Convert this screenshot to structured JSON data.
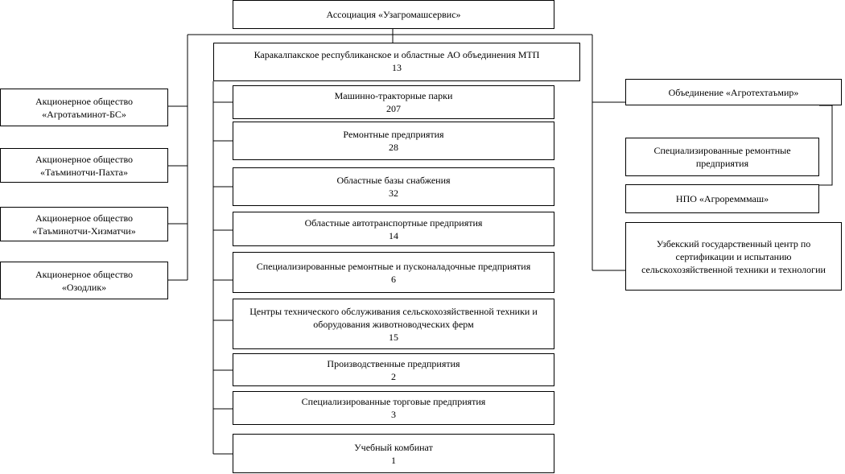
{
  "association": {
    "title": "Ассоциация «Узагромашсервис»"
  },
  "regional": {
    "title": "Каракалпакское республиканское и областные АО объединения МТП",
    "count": "13"
  },
  "subunits": [
    {
      "title": "Машинно-тракторные парки",
      "count": "207"
    },
    {
      "title": "Ремонтные предприятия",
      "count": "28"
    },
    {
      "title": "Областные базы снабжения",
      "count": "32"
    },
    {
      "title": "Областные автотранспортные предприятия",
      "count": "14"
    },
    {
      "title": "Специализированные ремонтные и пусконаладочные предприятия",
      "count": "6"
    },
    {
      "title": "Центры технического обслуживания сельскохозяйственной техники и оборудования животноводческих ферм",
      "count": "15"
    },
    {
      "title": "Производственные предприятия",
      "count": "2"
    },
    {
      "title": "Специализированные торговые предприятия",
      "count": "3"
    },
    {
      "title": "Учебный комбинат",
      "count": "1"
    }
  ],
  "left": [
    {
      "line1": "Акционерное общество",
      "line2": "«Агротаъминот-БС»"
    },
    {
      "line1": "Акционерное общество",
      "line2": "«Таъминотчи-Пахта»"
    },
    {
      "line1": "Акционерное общество",
      "line2": "«Таъминотчи-Хизматчи»"
    },
    {
      "line1": "Акционерное общество",
      "line2": "«Озодлик»"
    }
  ],
  "right": {
    "agrotech": "Объединение «Агротехтаъмир»",
    "spec_repair": "Специализированные ремонтные предприятия",
    "npo": "НПО «Агроремммаш»",
    "center": "Узбекский государственный центр по сертификации и испытанию сельскохозяйственной техники и технологии"
  }
}
